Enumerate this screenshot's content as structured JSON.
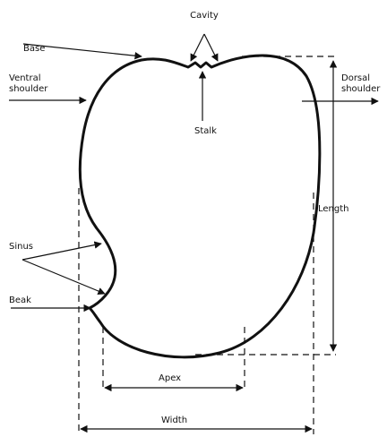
{
  "labels": {
    "cavity": "Cavity",
    "base": "Base",
    "ventral_shoulder_line1": "Ventral",
    "ventral_shoulder_line2": "shoulder",
    "dorsal_shoulder_line1": "Dorsal",
    "dorsal_shoulder_line2": "shoulder",
    "stalk": "Stalk",
    "length": "Length",
    "sinus": "Sinus",
    "beak": "Beak",
    "apex": "Apex",
    "width": "Width"
  },
  "colors": {
    "outline": "#111111",
    "lines": "#111111",
    "background": "#ffffff"
  }
}
